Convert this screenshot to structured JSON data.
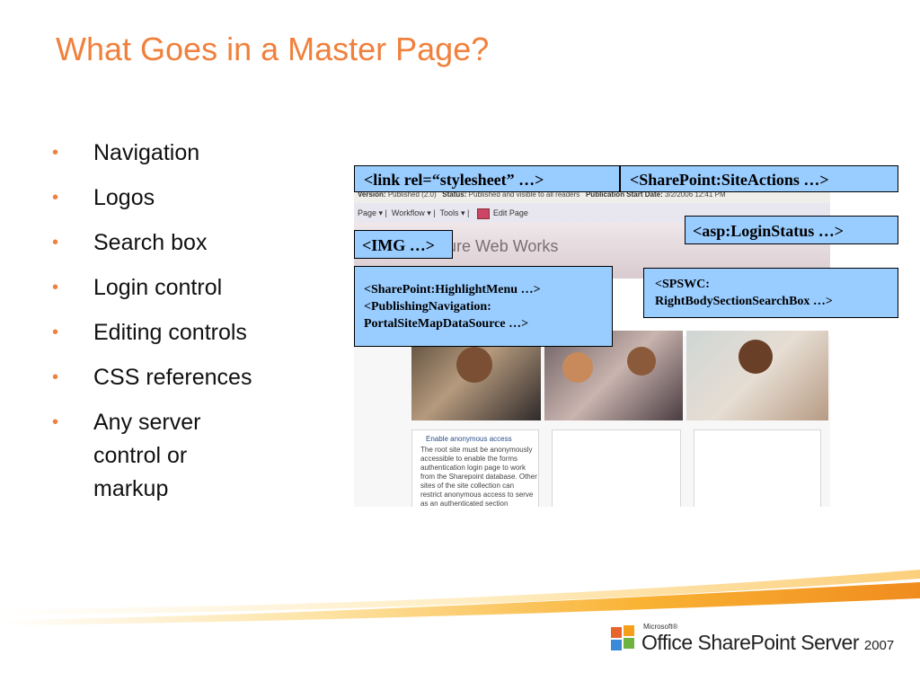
{
  "slide": {
    "title": "What Goes in a Master Page?",
    "bullets": [
      "Navigation",
      "Logos",
      "Search box",
      "Login control",
      "Editing controls",
      "CSS references",
      "Any server control or markup"
    ]
  },
  "screenshot": {
    "status_version_label": "Version:",
    "status_version_value": "Published (2.0)",
    "status_status_label": "Status:",
    "status_status_value": "Published and visible to all readers",
    "status_pub_label": "Publication Start Date:",
    "status_pub_value": "3/2/2006 12:41 PM",
    "toolbar_page": "Page ▾",
    "toolbar_workflow": "Workflow ▾",
    "toolbar_tools": "Tools ▾",
    "toolbar_edit": "Edit Page",
    "banner_text": "ure Web Works",
    "anon_title": "Enable anonymous access",
    "anon_body": "The root site must be anonymously accessible to enable the forms authentication login page to work from the Sharepoint database. Other sites of the site collection can restrict anonymous access to serve as an authenticated section"
  },
  "callouts": {
    "link": "<link rel=“stylesheet” …>",
    "site_actions": "<SharePoint:SiteActions …>",
    "login_status": "<asp:LoginStatus …>",
    "img": "<IMG …>",
    "highlight_menu_1": "<SharePoint:HighlightMenu …>",
    "highlight_menu_2": "<PublishingNavigation:",
    "highlight_menu_3": "PortalSiteMapDataSource …>",
    "spswc_1": "<SPSWC:",
    "spswc_2": "RightBodySectionSearchBox …>"
  },
  "logo": {
    "microsoft": "Microsoft®",
    "product": "Office SharePoint Server",
    "year": "2007"
  },
  "colors": {
    "accent_orange": "#f0803c",
    "callout_blue": "#99ccff"
  }
}
